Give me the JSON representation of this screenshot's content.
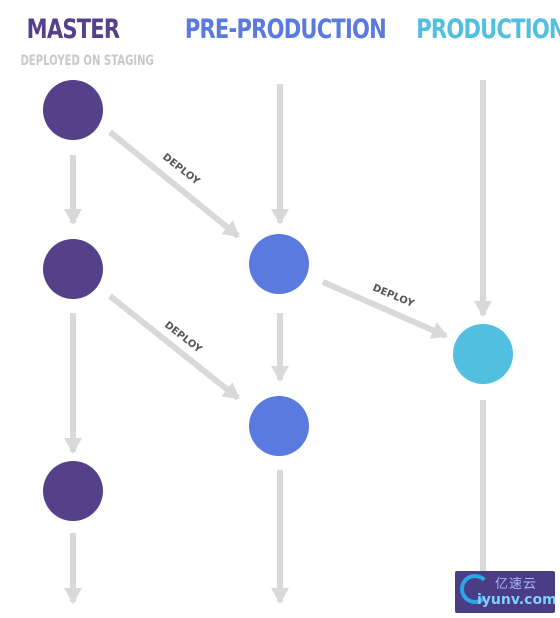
{
  "columns": {
    "master": {
      "title": "MASTER",
      "subtitle": "DEPLOYED ON STAGING",
      "color": "#55408a"
    },
    "pre_production": {
      "title": "PRE-PRODUCTION",
      "color": "#5b7ae0"
    },
    "production": {
      "title": "PRODUCTION",
      "color": "#52bee0"
    }
  },
  "edges": {
    "deploy_1": {
      "label": "DEPLOY"
    },
    "deploy_2": {
      "label": "DEPLOY"
    },
    "deploy_3": {
      "label": "DEPLOY"
    }
  },
  "colors": {
    "arrow": "#d9d9d9",
    "label_text": "#555555"
  },
  "watermark": {
    "cn_text": "亿速云",
    "url": "iyunv.com",
    "background": "#4a3d86"
  }
}
